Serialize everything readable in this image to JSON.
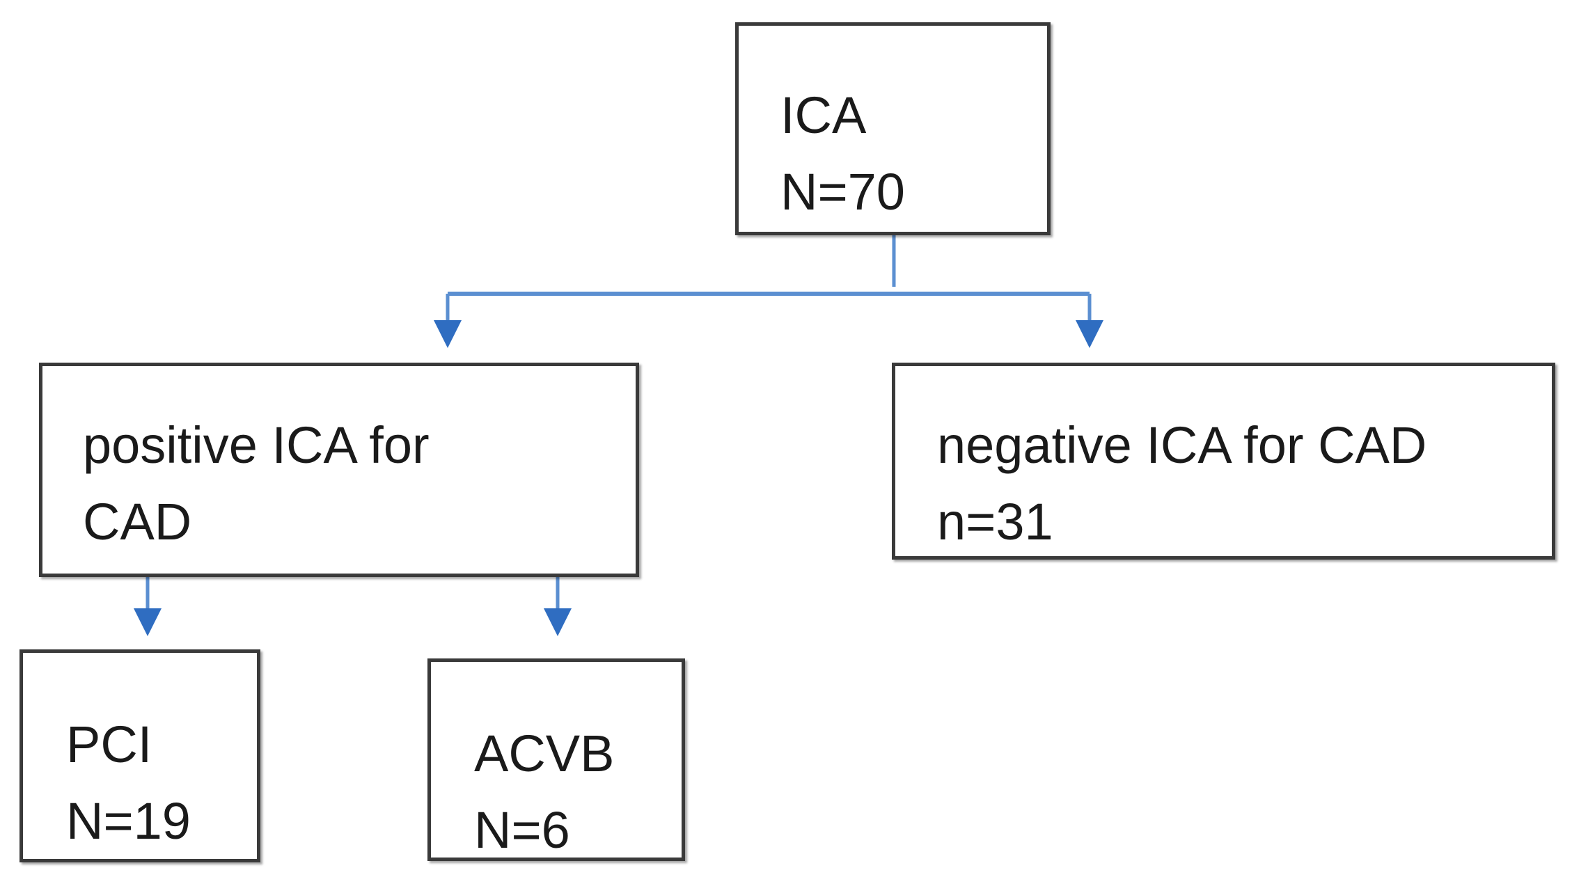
{
  "colors": {
    "box_border": "#3a3a3a",
    "connector": "#5b8fd1",
    "arrowhead": "#2f6dc1",
    "text": "#1a1a1a"
  },
  "nodes": {
    "ica": {
      "label": "ICA",
      "count": "N=70"
    },
    "positive": {
      "label_line1": "positive ICA for",
      "label_line2": "CAD"
    },
    "negative": {
      "label": "negative ICA for CAD",
      "count": "n=31"
    },
    "pci": {
      "label": "PCI",
      "count": "N=19"
    },
    "acvb": {
      "label": "ACVB",
      "count": "N=6"
    }
  },
  "edges": [
    {
      "from": "ica",
      "to": "positive"
    },
    {
      "from": "ica",
      "to": "negative"
    },
    {
      "from": "positive",
      "to": "pci"
    },
    {
      "from": "positive",
      "to": "acvb"
    }
  ]
}
